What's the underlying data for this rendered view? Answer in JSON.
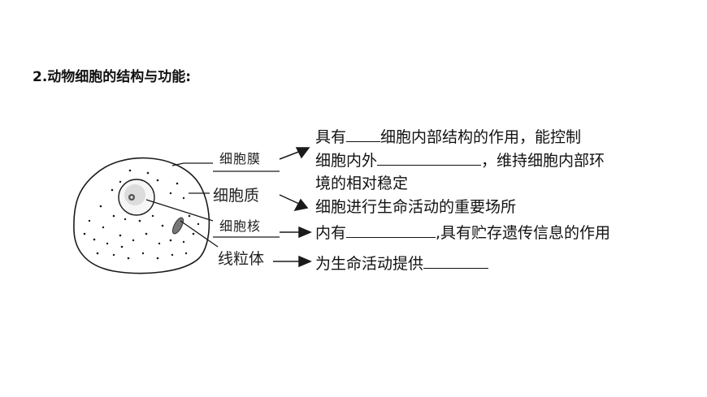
{
  "heading": "2.动物细胞的结构与功能:",
  "labels": {
    "membrane": "细胞膜",
    "cytoplasm": "细胞质",
    "nucleus": "细胞核",
    "mitochondria": "线粒体"
  },
  "descriptions": {
    "membrane_a": "具有",
    "membrane_b": "细胞内部结构的作用，能控制",
    "membrane_c": "细胞内外",
    "membrane_d": "，维持细胞内部环",
    "membrane_e": "境的相对稳定",
    "cytoplasm": "细胞进行生命活动的重要场所",
    "nucleus_a": "内有",
    "nucleus_b": ",具有贮存遗传信息的作用",
    "mitochondria_a": "为生命活动提供"
  }
}
